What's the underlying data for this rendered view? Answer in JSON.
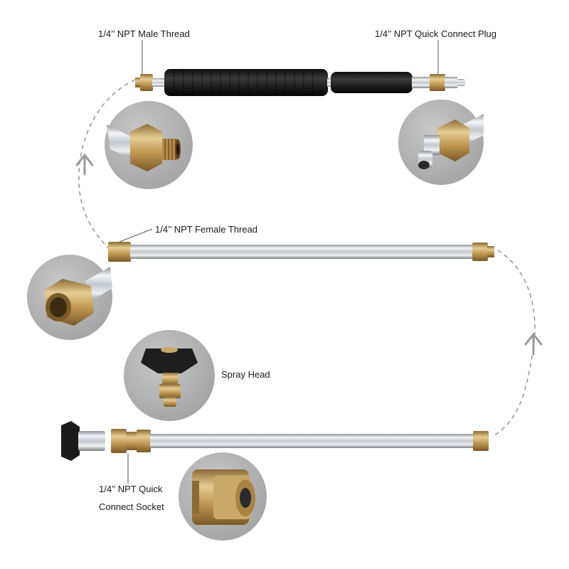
{
  "labels": {
    "male_thread": "1/4’’ NPT Male Thread",
    "quick_connect_plug": "1/4’’ NPT Quick Connect Plug",
    "female_thread": "1/4’’ NPT Female Thread",
    "spray_head": "Spray Head",
    "quick_connect_socket_line1": "1/4’’ NPT Quick",
    "quick_connect_socket_line2": "Connect Socket"
  },
  "colors": {
    "brass": "#c9a96a",
    "chrome": "#d9dde2",
    "grip": "#1f1f1f",
    "circle_bg": "#b9b9b9",
    "dashed_path": "#9a9a9a"
  },
  "icons": [
    "up-arrow-icon",
    "up-arrow-icon"
  ]
}
